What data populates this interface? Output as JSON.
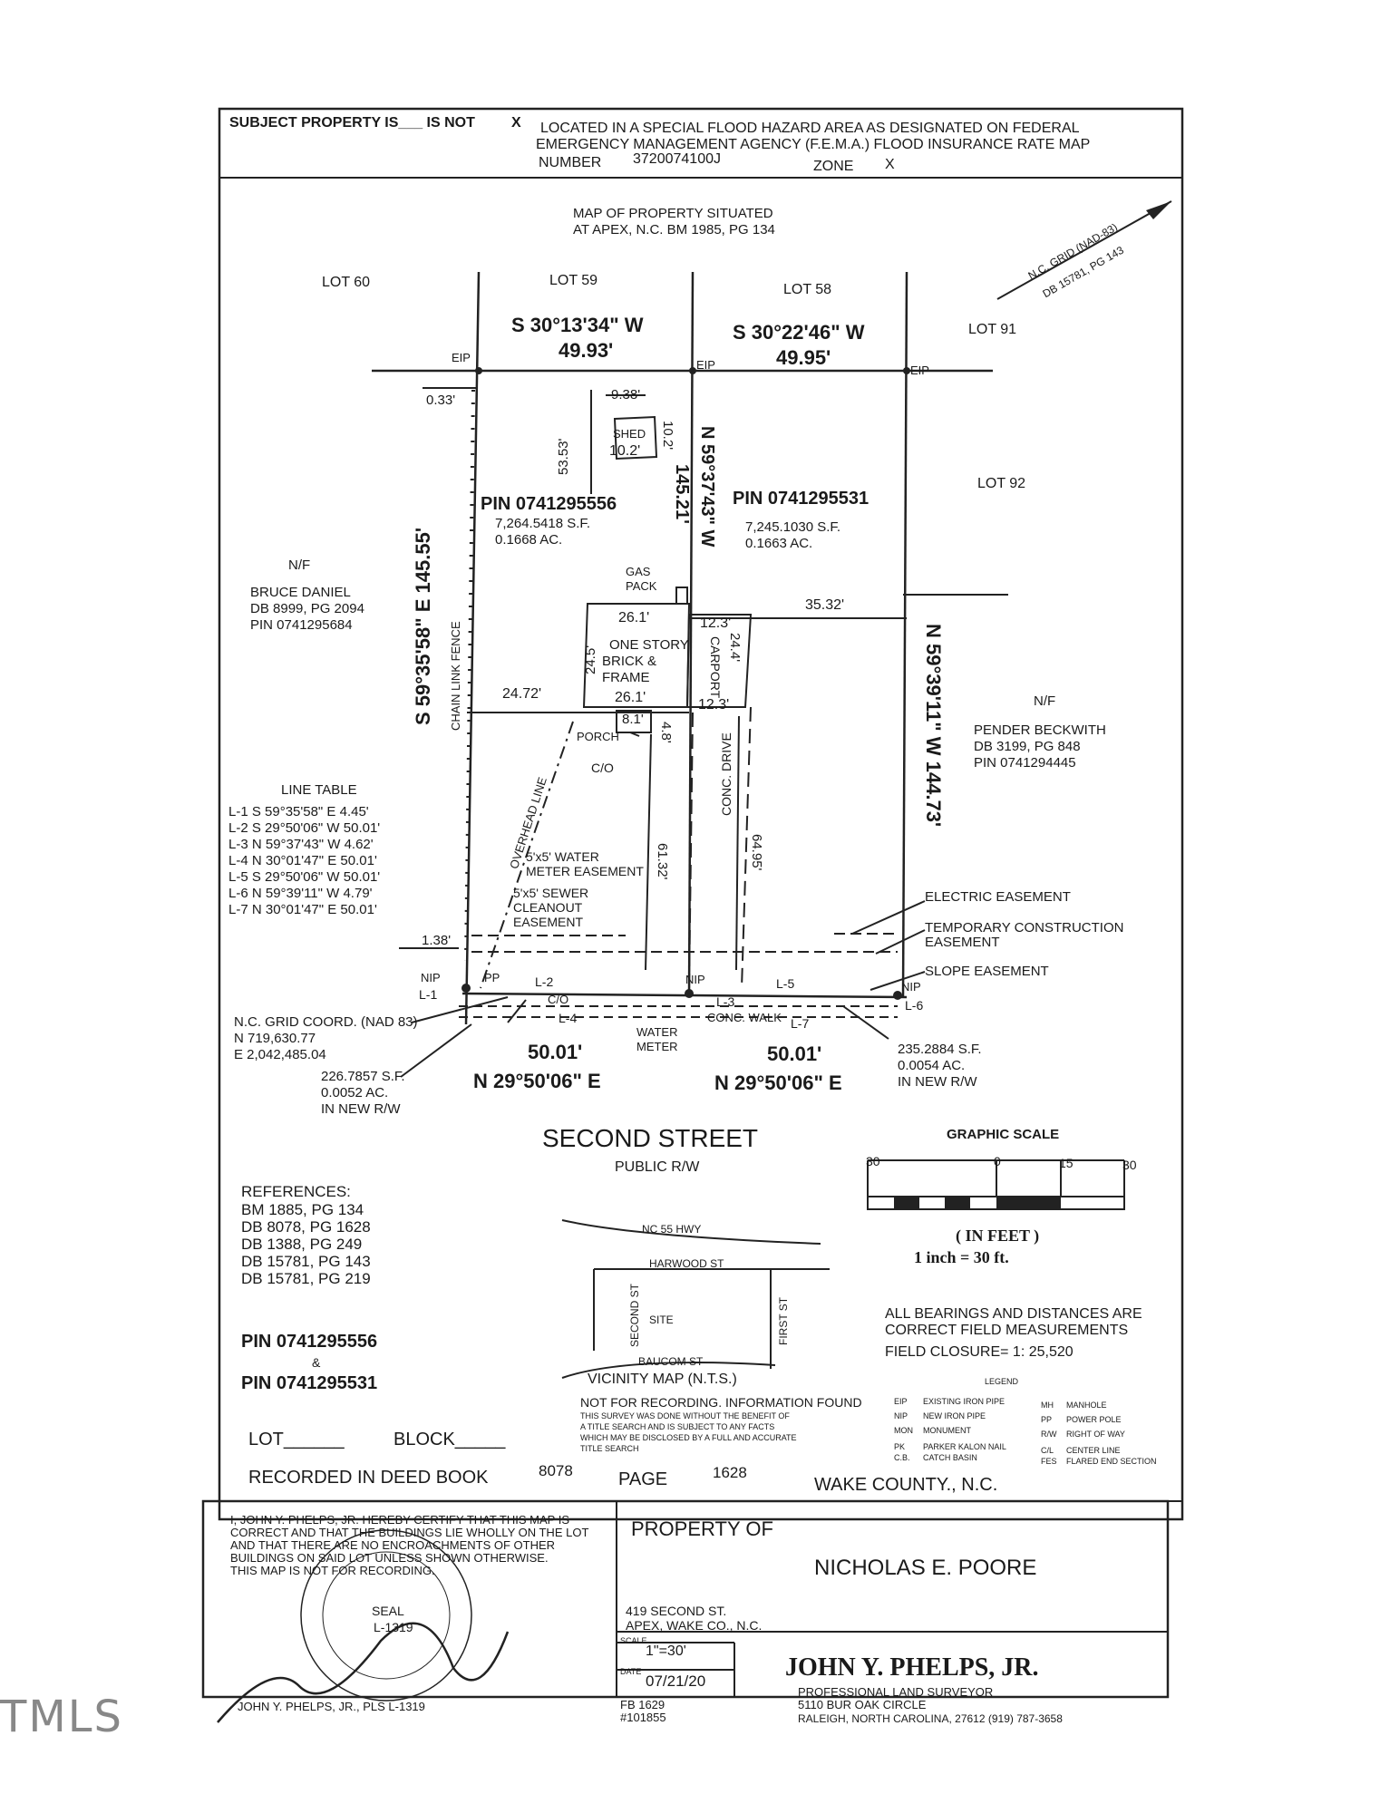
{
  "flood_notice": {
    "line1_a": "SUBJECT PROPERTY IS___ IS NOT",
    "is_not_mark": "X",
    "line1_b": "LOCATED IN A SPECIAL FLOOD HAZARD AREA AS DESIGNATED ON FEDERAL",
    "line2": "EMERGENCY MANAGEMENT AGENCY (F.E.M.A.) FLOOD INSURANCE RATE MAP",
    "number_label": "NUMBER",
    "number_value": "3720074100J",
    "zone_label": "ZONE",
    "zone_value": "X"
  },
  "map_title": {
    "line1": "MAP OF PROPERTY SITUATED",
    "line2": "AT APEX, N.C. BM 1985, PG 134"
  },
  "north_arrow": {
    "line1": "N.C. GRID (NAD-83)",
    "line2": "DB 15781, PG 143"
  },
  "lots": {
    "lot60": "LOT 60",
    "lot59": "LOT 59",
    "lot58": "LOT 58",
    "lot91": "LOT 91",
    "lot92": "LOT 92"
  },
  "bearings": {
    "top_left_bearing": "S 30°13'34\" W",
    "top_left_dist": "49.93'",
    "top_right_bearing": "S 30°22'46\" W",
    "top_right_dist": "49.95'",
    "left_side": "S 59°35'58\" E 145.55'",
    "middle": "N 59°37'43\" W",
    "middle_dist": "145.21'",
    "right_side": "N 59°39'11\" W 144.73'",
    "bottom_left_dist": "50.01'",
    "bottom_left_bearing": "N 29°50'06\" E",
    "bottom_right_dist": "50.01'",
    "bottom_right_bearing": "N 29°50'06\" E"
  },
  "markers": {
    "eip": "EIP",
    "nip": "NIP",
    "pp": "PP"
  },
  "dims": {
    "d033": "0.33'",
    "d938": "9.38'",
    "d5353": "53.53'",
    "shed": "SHED",
    "shed_w": "10.2'",
    "shed_h": "10.2'",
    "d261a": "26.1'",
    "d245": "24.5'",
    "d123a": "12.3'",
    "d244": "24.4'",
    "d2472": "24.72'",
    "d261b": "26.1'",
    "d123b": "12.3'",
    "d81": "8.1'",
    "d48": "4.8'",
    "d3532": "35.32'",
    "d6132": "61.32'",
    "d6495": "64.95'",
    "d138": "1.38'"
  },
  "pins": {
    "left_pin": "PIN 0741295556",
    "left_sf": "7,264.5418 S.F.",
    "left_ac": "0.1668 AC.",
    "right_pin": "PIN 0741295531",
    "right_sf": "7,245.1030 S.F.",
    "right_ac": "0.1663 AC."
  },
  "features": {
    "gas": "GAS",
    "pack": "PACK",
    "house1": "ONE STORY",
    "house2": "BRICK &",
    "house3": "FRAME",
    "carport": "CARPORT",
    "porch": "PORCH",
    "co": "C/O",
    "fence": "CHAIN LINK FENCE",
    "overhead": "OVERHEAD LINE",
    "drive": "CONC. DRIVE",
    "water1": "5'x5' WATER",
    "water2": "METER EASEMENT",
    "sewer1": "5'x5' SEWER",
    "sewer2": "CLEANOUT",
    "sewer3": "EASEMENT",
    "co2": "C/O",
    "walk": "CONC. WALK",
    "wm1": "WATER",
    "wm2": "METER"
  },
  "neighbors": {
    "nf": "N/F",
    "left": [
      "BRUCE DANIEL",
      "DB 8999, PG 2094",
      "PIN 0741295684"
    ],
    "right": [
      "PENDER BECKWITH",
      "DB 3199, PG 848",
      "PIN 0741294445"
    ]
  },
  "line_table": {
    "title": "LINE TABLE",
    "rows": [
      "L-1 S 59°35'58\" E 4.45'",
      "L-2 S 29°50'06\" W 50.01'",
      "L-3 N 59°37'43\" W 4.62'",
      "L-4 N 30°01'47\" E 50.01'",
      "L-5 S 29°50'06\" W 50.01'",
      "L-6 N 59°39'11\" W 4.79'",
      "L-7 N 30°01'47\" E 50.01'"
    ]
  },
  "line_labels": {
    "l1": "L-1",
    "l2": "L-2",
    "l3": "L-3",
    "l4": "L-4",
    "l5": "L-5",
    "l6": "L-6",
    "l7": "L-7"
  },
  "easements": {
    "electric": "ELECTRIC EASEMENT",
    "temp1": "TEMPORARY CONSTRUCTION",
    "temp2": "EASEMENT",
    "slope": "SLOPE EASEMENT"
  },
  "grid_coord": {
    "line1": "N.C. GRID COORD. (NAD 83)",
    "line2": "N 719,630.77",
    "line3": "E 2,042,485.04"
  },
  "row_left": {
    "line1": "226.7857 S.F.",
    "line2": "0.0052 AC.",
    "line3": "IN NEW R/W"
  },
  "row_right": {
    "line1": "235.2884 S.F.",
    "line2": "0.0054 AC.",
    "line3": "IN NEW R/W"
  },
  "street": {
    "name": "SECOND STREET",
    "sub": "PUBLIC R/W"
  },
  "scale": {
    "title": "GRAPHIC SCALE",
    "t30a": "30",
    "t0": "0",
    "t15": "15",
    "t30b": "30",
    "unit": "( IN FEET )",
    "ratio": "1 inch = 30 ft."
  },
  "references": {
    "title": "REFERENCES:",
    "items": [
      "BM 1885, PG 134",
      "DB 8078, PG 1628",
      "DB 1388, PG 249",
      "DB 15781, PG 143",
      "DB 15781, PG 219"
    ]
  },
  "vicinity": {
    "nc55": "NC 55 HWY",
    "harwood": "HARWOOD ST",
    "second": "SECOND ST",
    "first": "FIRST ST",
    "site": "SITE",
    "baucom": "BAUCOM ST",
    "title": "VICINITY MAP (N.T.S.)"
  },
  "bearing_note": {
    "line1": "ALL BEARINGS AND DISTANCES ARE",
    "line2": "CORRECT FIELD MEASUREMENTS",
    "closure": "FIELD CLOSURE= 1: 25,520"
  },
  "pin_summary": {
    "pin1": "PIN 0741295556",
    "amp": "&",
    "pin2": "PIN 0741295531"
  },
  "not_recording": {
    "line1": "NOT FOR RECORDING. INFORMATION FOUND",
    "line2": "THIS SURVEY WAS DONE WITHOUT THE BENEFIT OF",
    "line3": "A TITLE SEARCH AND IS SUBJECT TO ANY FACTS",
    "line4": "WHICH MAY BE DISCLOSED BY A FULL AND ACCURATE",
    "line5": "TITLE SEARCH"
  },
  "legend": {
    "title": "LEGEND",
    "left": [
      [
        "EIP",
        "EXISTING IRON PIPE"
      ],
      [
        "NIP",
        "NEW IRON PIPE"
      ],
      [
        "MON",
        "MONUMENT"
      ],
      [
        "PK",
        "PARKER KALON NAIL"
      ],
      [
        "C.B.",
        "CATCH BASIN"
      ]
    ],
    "right": [
      [
        "MH",
        "MANHOLE"
      ],
      [
        "PP",
        "POWER POLE"
      ],
      [
        "R/W",
        "RIGHT OF WAY"
      ],
      [
        "C/L",
        "CENTER LINE"
      ],
      [
        "FES",
        "FLARED END SECTION"
      ]
    ]
  },
  "lot_block": {
    "lot": "LOT______",
    "block": "BLOCK_____"
  },
  "recorded": {
    "prefix": "RECORDED IN DEED BOOK",
    "book": "8078",
    "page_label": "PAGE",
    "page": "1628",
    "county": "WAKE COUNTY., N.C."
  },
  "certification": {
    "line1": "I, JOHN Y. PHELPS, JR. HEREBY CERTIFY THAT THIS MAP IS",
    "line2": "CORRECT AND THAT THE BUILDINGS LIE WHOLLY ON THE LOT",
    "line3": "AND THAT THERE ARE NO ENCROACHMENTS OF OTHER",
    "line4": "BUILDINGS ON SAID LOT UNLESS SHOWN OTHERWISE.",
    "line5": "THIS MAP IS NOT FOR RECORDING.",
    "signer": "JOHN Y. PHELPS, JR., PLS L-1319"
  },
  "seal": {
    "seal_word": "SEAL",
    "number": "L-1319"
  },
  "property": {
    "label": "PROPERTY OF",
    "owner": "NICHOLAS E. POORE",
    "address1": "419 SECOND ST.",
    "address2": "APEX, WAKE CO., N.C."
  },
  "title_block": {
    "scale_label": "SCALE",
    "scale_value": "1\"=30'",
    "date_label": "DATE",
    "date_value": "07/21/20",
    "fb": "FB 1629",
    "job": "#101855"
  },
  "surveyor": {
    "name": "JOHN Y. PHELPS, JR.",
    "title": "PROFESSIONAL LAND SURVEYOR",
    "address": "5110 BUR OAK CIRCLE",
    "city": "RALEIGH, NORTH CAROLINA, 27612 (919) 787-3658"
  },
  "watermark": "TMLS"
}
